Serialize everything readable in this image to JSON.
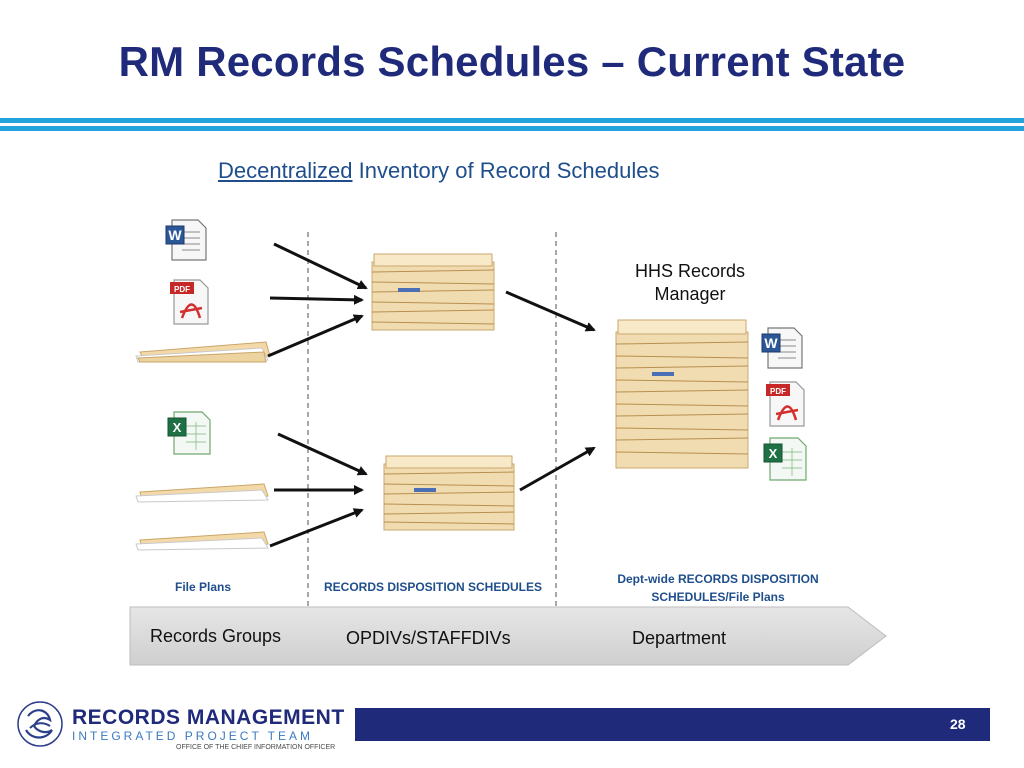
{
  "slide": {
    "title": "RM Records Schedules – Current State",
    "subtitle_underlined": "Decentralized",
    "subtitle_rest": " Inventory of Record Schedules",
    "page_number": "28"
  },
  "diagram": {
    "hhs_label": "HHS Records\nManager",
    "captions": {
      "file_plans": "File Plans",
      "rds": "RECORDS DISPOSITION SCHEDULES",
      "dept_wide": "Dept-wide RECORDS DISPOSITION\nSCHEDULES/File Plans"
    },
    "band_labels": {
      "records_groups": "Records Groups",
      "opdivs": "OPDIVs/STAFFDIVs",
      "department": "Department"
    },
    "icons": [
      "word-doc-icon",
      "pdf-doc-icon",
      "excel-doc-icon",
      "paper-stack-icon",
      "arrow-icon"
    ]
  },
  "footer": {
    "logo_line1": "RECORDS MANAGEMENT",
    "logo_line2": "INTEGRATED PROJECT TEAM",
    "logo_line3": "OFFICE OF THE CHIEF INFORMATION OFFICER"
  },
  "colors": {
    "title": "#1f2a7a",
    "accent_rule": "#22a3dc",
    "caption": "#1f4e8c",
    "footer_bar": "#1f2a7a",
    "band": "#d9d9d9"
  }
}
